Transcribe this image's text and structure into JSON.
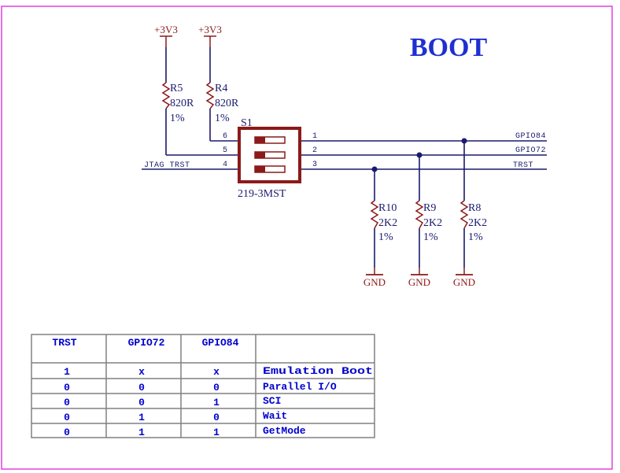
{
  "title": "BOOT",
  "colors": {
    "frame": "#e040e0",
    "wire": "#1a1a6e",
    "part": "#8b1a1a",
    "label": "#1a1a6e",
    "title": "#1f2fd0",
    "table_text": "#0000cc",
    "table_grid": "#808080"
  },
  "power": [
    {
      "label": "+3V3"
    },
    {
      "label": "+3V3"
    }
  ],
  "resistors": {
    "r5": {
      "ref": "R5",
      "value": "820R",
      "tol": "1%"
    },
    "r4": {
      "ref": "R4",
      "value": "820R",
      "tol": "1%"
    },
    "r10": {
      "ref": "R10",
      "value": "2K2",
      "tol": "1%"
    },
    "r9": {
      "ref": "R9",
      "value": "2K2",
      "tol": "1%"
    },
    "r8": {
      "ref": "R8",
      "value": "2K2",
      "tol": "1%"
    }
  },
  "grounds": [
    "GND",
    "GND",
    "GND"
  ],
  "switch": {
    "ref": "S1",
    "part": "219-3MST",
    "pins_left": [
      "6",
      "5",
      "4"
    ],
    "pins_right": [
      "1",
      "2",
      "3"
    ]
  },
  "nets": {
    "jtag_trst": "JTAG TRST",
    "gpio84": "GPIO84",
    "gpio72": "GPIO72",
    "trst": "TRST"
  },
  "table": {
    "headers": [
      "TRST",
      "GPIO72",
      "GPIO84",
      ""
    ],
    "rows": [
      [
        "1",
        "x",
        "x",
        "Emulation Boot"
      ],
      [
        "0",
        "0",
        "0",
        "Parallel I/O"
      ],
      [
        "0",
        "0",
        "1",
        "SCI"
      ],
      [
        "0",
        "1",
        "0",
        "Wait"
      ],
      [
        "0",
        "1",
        "1",
        "GetMode"
      ]
    ]
  }
}
